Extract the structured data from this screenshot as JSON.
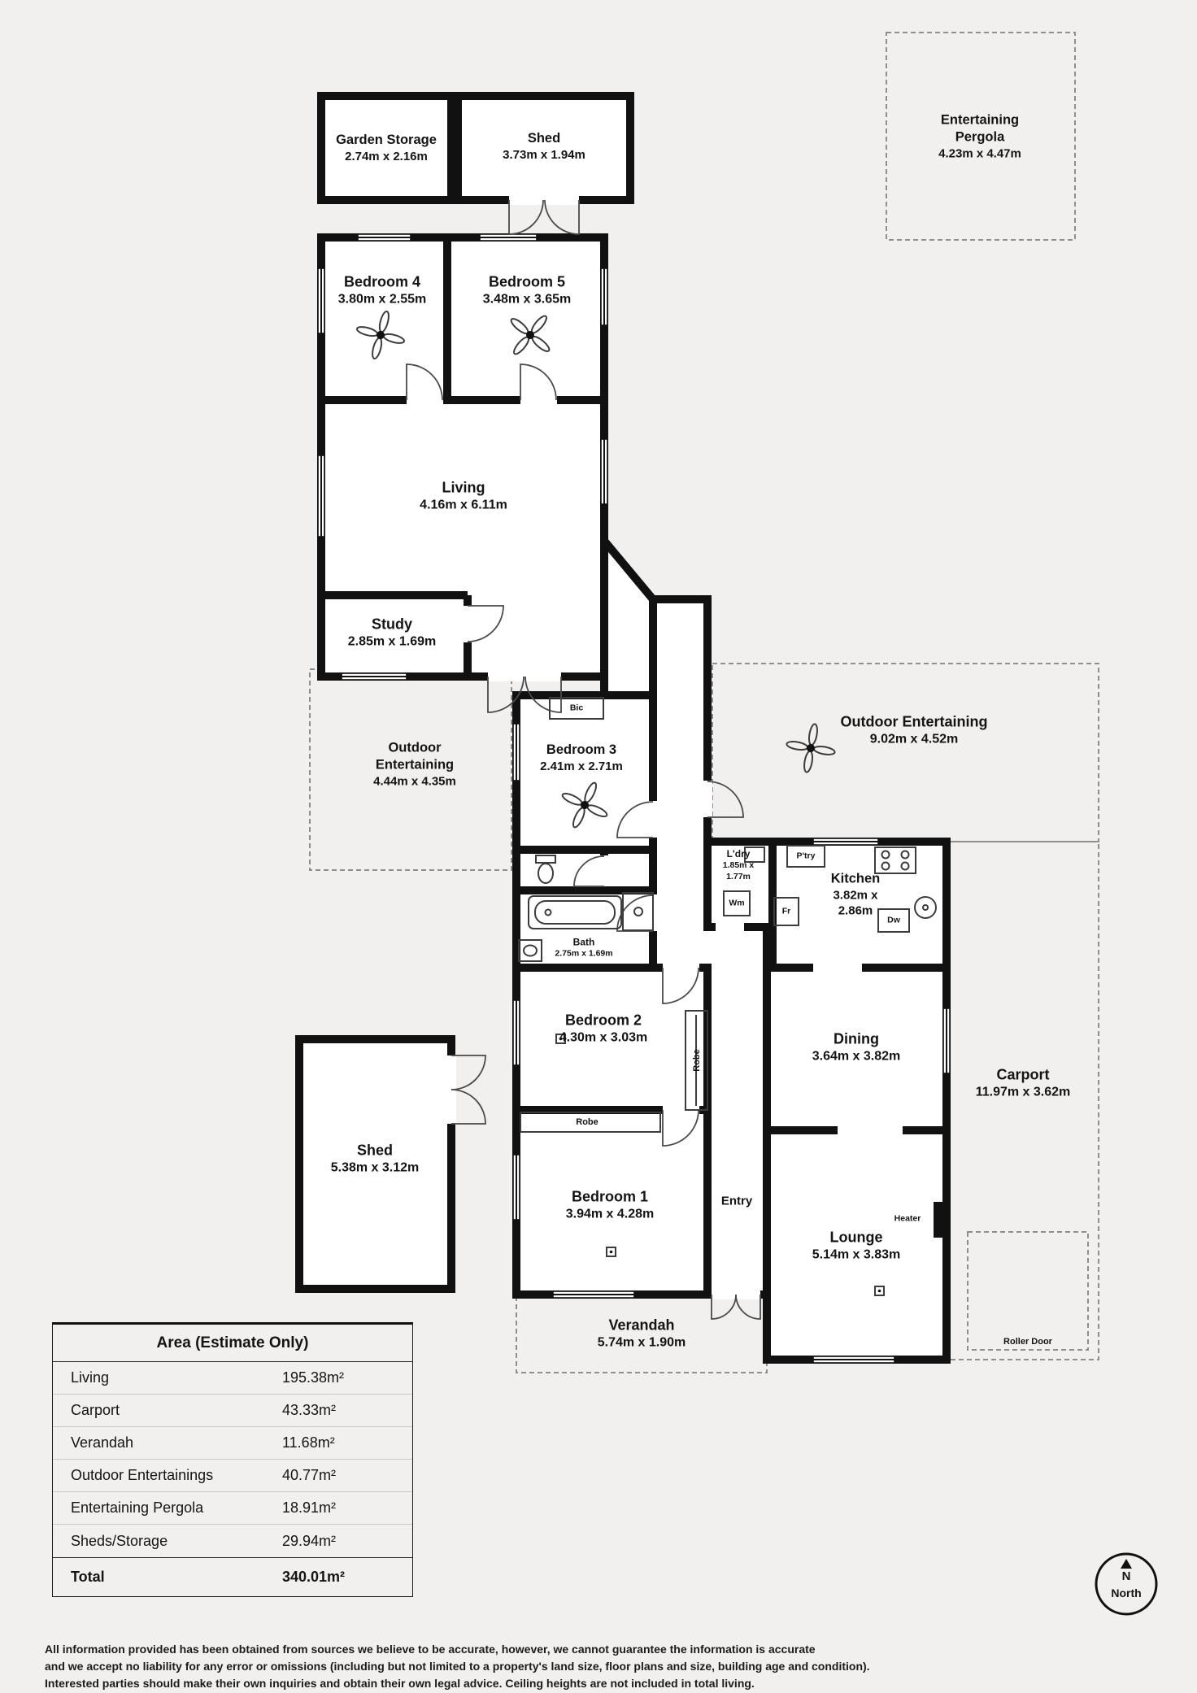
{
  "colors": {
    "background": "#f1f0ee",
    "wall": "#111111"
  },
  "outbuildings": {
    "garden_storage": {
      "name": "Garden Storage",
      "dims": "2.74m x 2.16m"
    },
    "shed_top": {
      "name": "Shed",
      "dims": "3.73m x 1.94m"
    },
    "pergola": {
      "name": "Entertaining Pergola",
      "dims": "4.23m x 4.47m"
    },
    "shed_left": {
      "name": "Shed",
      "dims": "5.38m x 3.12m"
    }
  },
  "rooms": {
    "bedroom4": {
      "name": "Bedroom 4",
      "dims": "3.80m x 2.55m"
    },
    "bedroom5": {
      "name": "Bedroom 5",
      "dims": "3.48m x 3.65m"
    },
    "living": {
      "name": "Living",
      "dims": "4.16m x 6.11m"
    },
    "study": {
      "name": "Study",
      "dims": "2.85m x 1.69m"
    },
    "bedroom3": {
      "name": "Bedroom 3",
      "dims": "2.41m x 2.71m"
    },
    "bedroom2": {
      "name": "Bedroom 2",
      "dims": "4.30m x 3.03m"
    },
    "bedroom1": {
      "name": "Bedroom 1",
      "dims": "3.94m x 4.28m"
    },
    "bath": {
      "name": "Bath",
      "dims": "2.75m x 1.69m"
    },
    "laundry": {
      "name": "L'dry",
      "dims": "1.85m x 1.77m"
    },
    "kitchen": {
      "name": "Kitchen",
      "dims": "3.82m x 2.86m"
    },
    "dining": {
      "name": "Dining",
      "dims": "3.64m x 3.82m"
    },
    "lounge": {
      "name": "Lounge",
      "dims": "5.14m x 3.83m"
    },
    "entry": {
      "name": "Entry"
    },
    "verandah": {
      "name": "Verandah",
      "dims": "5.74m x 1.90m"
    },
    "carport": {
      "name": "Carport",
      "dims": "11.97m x 3.62m"
    },
    "outdoor_left": {
      "name": "Outdoor Entertaining",
      "dims": "4.44m x 4.35m"
    },
    "outdoor_right": {
      "name": "Outdoor Entertaining",
      "dims": "9.02m x 4.52m"
    }
  },
  "fixtures": {
    "bic": "Bic",
    "wm": "Wm",
    "fr": "Fr",
    "pantry": "P'try",
    "dw": "Dw",
    "robe_vertical": "Robe",
    "robe_horizontal": "Robe",
    "heater": "Heater",
    "roller_door": "Roller Door"
  },
  "area_table": {
    "title": "Area (Estimate Only)",
    "rows": [
      {
        "label": "Living",
        "value": "195.38m²"
      },
      {
        "label": "Carport",
        "value": "43.33m²"
      },
      {
        "label": "Verandah",
        "value": "11.68m²"
      },
      {
        "label": "Outdoor Entertainings",
        "value": "40.77m²"
      },
      {
        "label": "Entertaining Pergola",
        "value": "18.91m²"
      },
      {
        "label": "Sheds/Storage",
        "value": "29.94m²"
      }
    ],
    "total": {
      "label": "Total",
      "value": "340.01m²"
    }
  },
  "compass": {
    "letter": "N",
    "label": "North"
  },
  "disclaimer": {
    "line1": "All information provided has been obtained from sources we believe to be accurate, however, we cannot guarantee the information is accurate",
    "line2": "and we accept no liability for any error or omissions (including but not limited to a property's land size, floor plans and size, building age and condition).",
    "line3": "Interested parties should make their own inquiries and obtain their own legal advice. Ceiling heights are not included in total living."
  }
}
